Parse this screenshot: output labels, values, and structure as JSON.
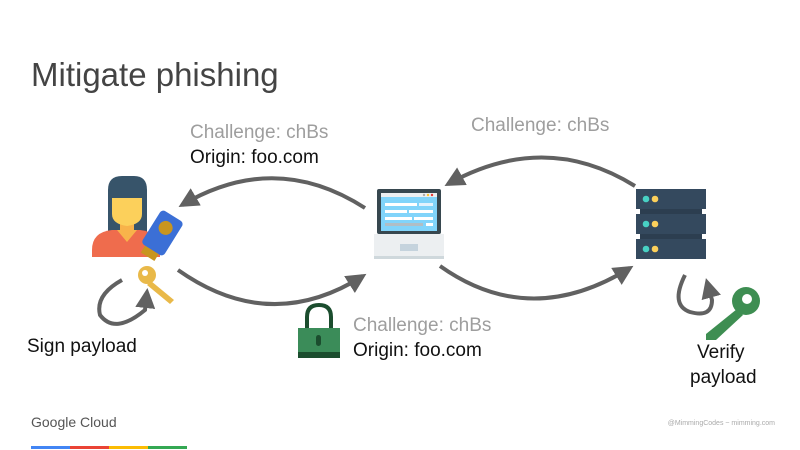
{
  "title": "Mitigate phishing",
  "left_message": {
    "challenge": "Challenge: chBs",
    "origin": "Origin: foo.com"
  },
  "right_message": {
    "challenge": "Challenge: chBs"
  },
  "bottom_message": {
    "challenge": "Challenge: chBs",
    "origin": "Origin: foo.com"
  },
  "user_action": "Sign payload",
  "server_action": {
    "line1": "Verify",
    "line2": "payload"
  },
  "footer": {
    "logo": "Google Cloud",
    "credit": "@MimmingCodes  ~  mimming.com"
  },
  "colors": {
    "arrow": "#616161",
    "blue": "#4285f4",
    "red": "#ea4335",
    "yellow": "#fbbc04",
    "green": "#34a853"
  }
}
